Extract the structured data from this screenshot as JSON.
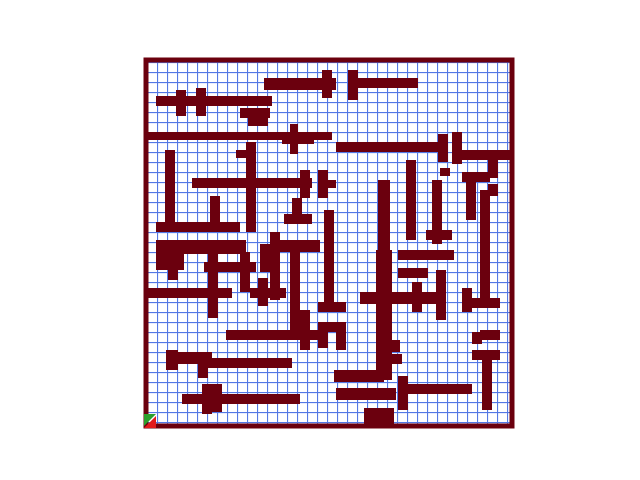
{
  "scene": {
    "kind": "maze",
    "background_color": "#ffffff"
  },
  "maze": {
    "grid_cells": [
      36,
      36
    ],
    "wall_color": "#6b000e",
    "floor_color": "#ffffff",
    "path_color": "#4169e1",
    "start_marker_color": "#2ca02c",
    "goal_marker_color": "#e31a1c",
    "explored_overlay": "dense-grid-of-blue-segments"
  },
  "icons": {
    "start": "start-flag-icon",
    "goal": "goal-flag-icon"
  }
}
